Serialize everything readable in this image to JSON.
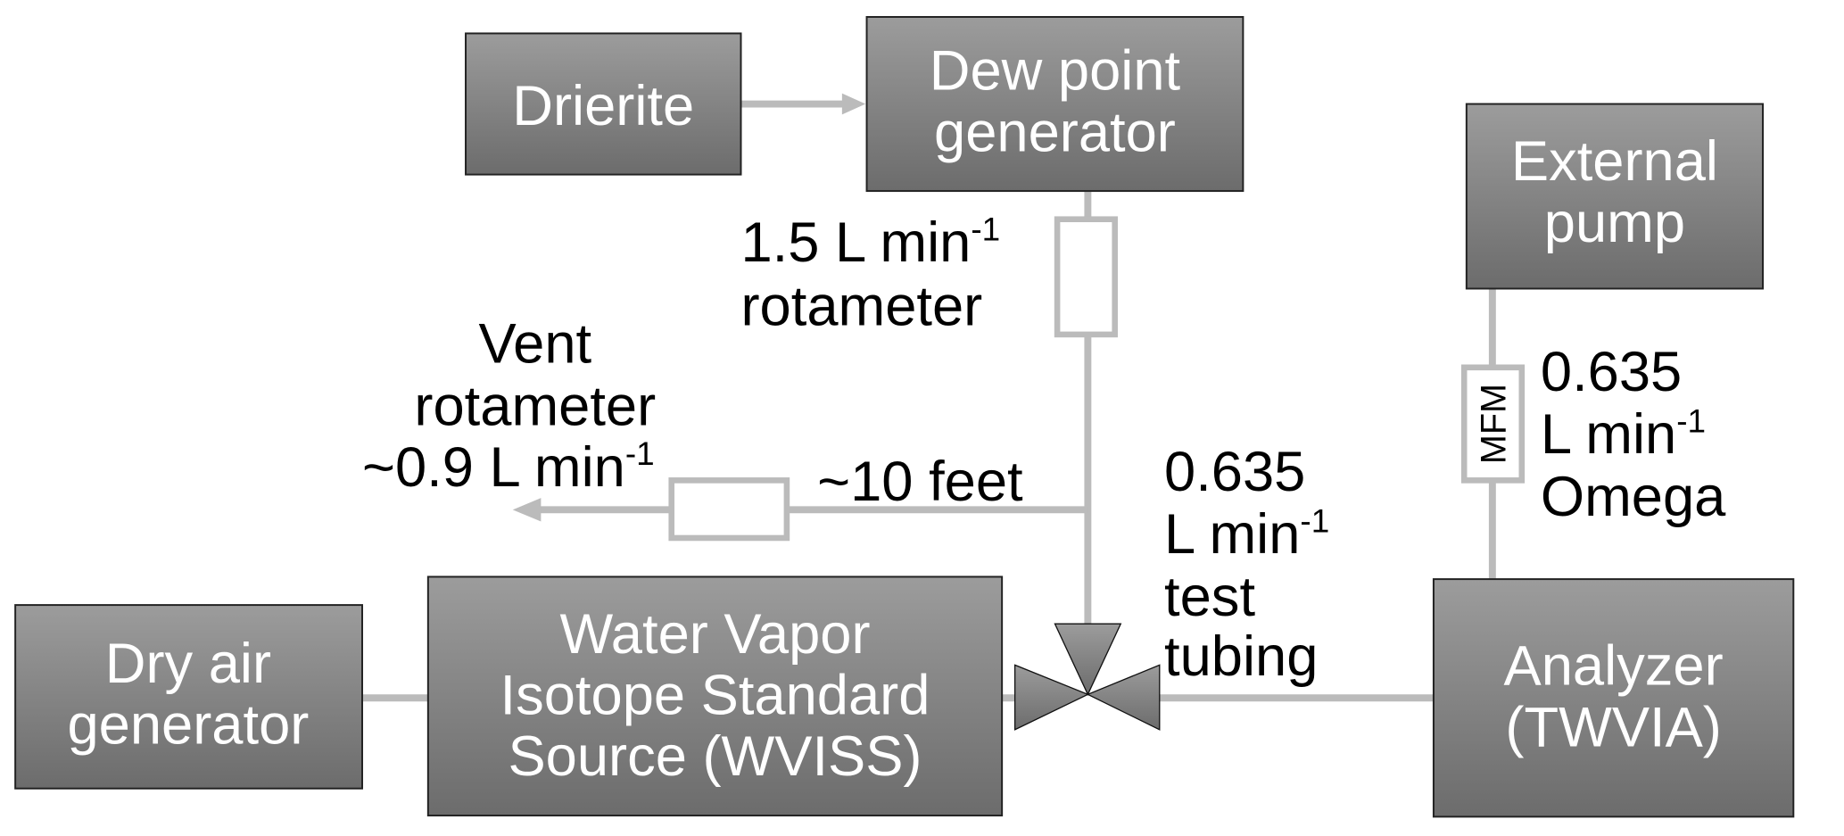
{
  "boxes": {
    "drierite": "Drierite",
    "dew_point": [
      "Dew point",
      "generator"
    ],
    "external_pump": [
      "External",
      "pump"
    ],
    "dry_air": [
      "Dry air",
      "generator"
    ],
    "wviss": [
      "Water Vapor",
      "Isotope Standard",
      "Source (WVISS)"
    ],
    "analyzer": [
      "Analyzer",
      "(TWVIA)"
    ]
  },
  "labels": {
    "rotameter_flow": "1.5 L min",
    "rotameter_word": "rotameter",
    "vent_1": "Vent",
    "vent_2": "rotameter",
    "vent_3": "~0.9 L min",
    "tubing_length": "~10 feet",
    "test_1": "0.635",
    "test_2": "L min",
    "test_3": "test",
    "test_4": "tubing",
    "omega_1": "0.635",
    "omega_2": "L min",
    "omega_3": "Omega",
    "mfm": "MFM",
    "exponent": "-1"
  },
  "colors": {
    "box_top": "#9c9c9c",
    "box_bottom": "#6c6c6c",
    "pipe": "#bbbbbb"
  }
}
